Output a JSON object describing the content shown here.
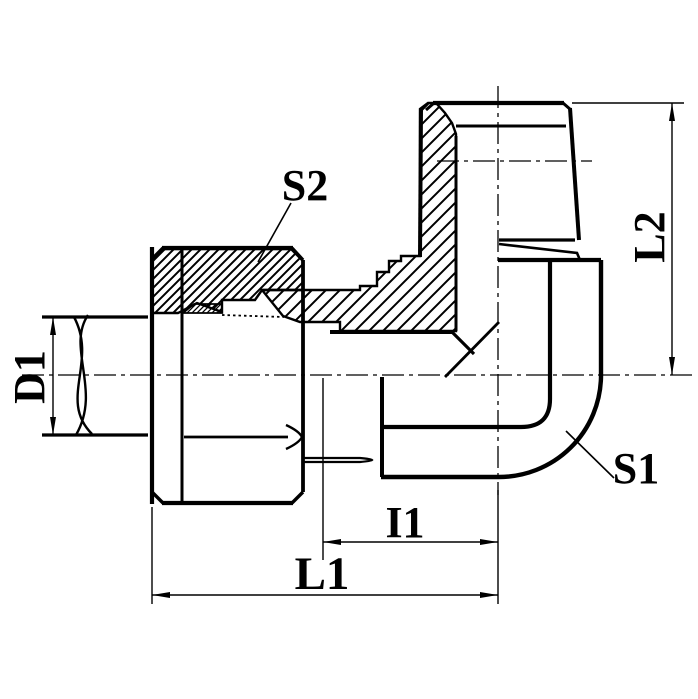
{
  "colors": {
    "background": "#ffffff",
    "line": "#000000"
  },
  "labels": {
    "s2": "S2",
    "d1": "D1",
    "l2": "L2",
    "s1": "S1",
    "i1": "I1",
    "l1": "L1"
  }
}
